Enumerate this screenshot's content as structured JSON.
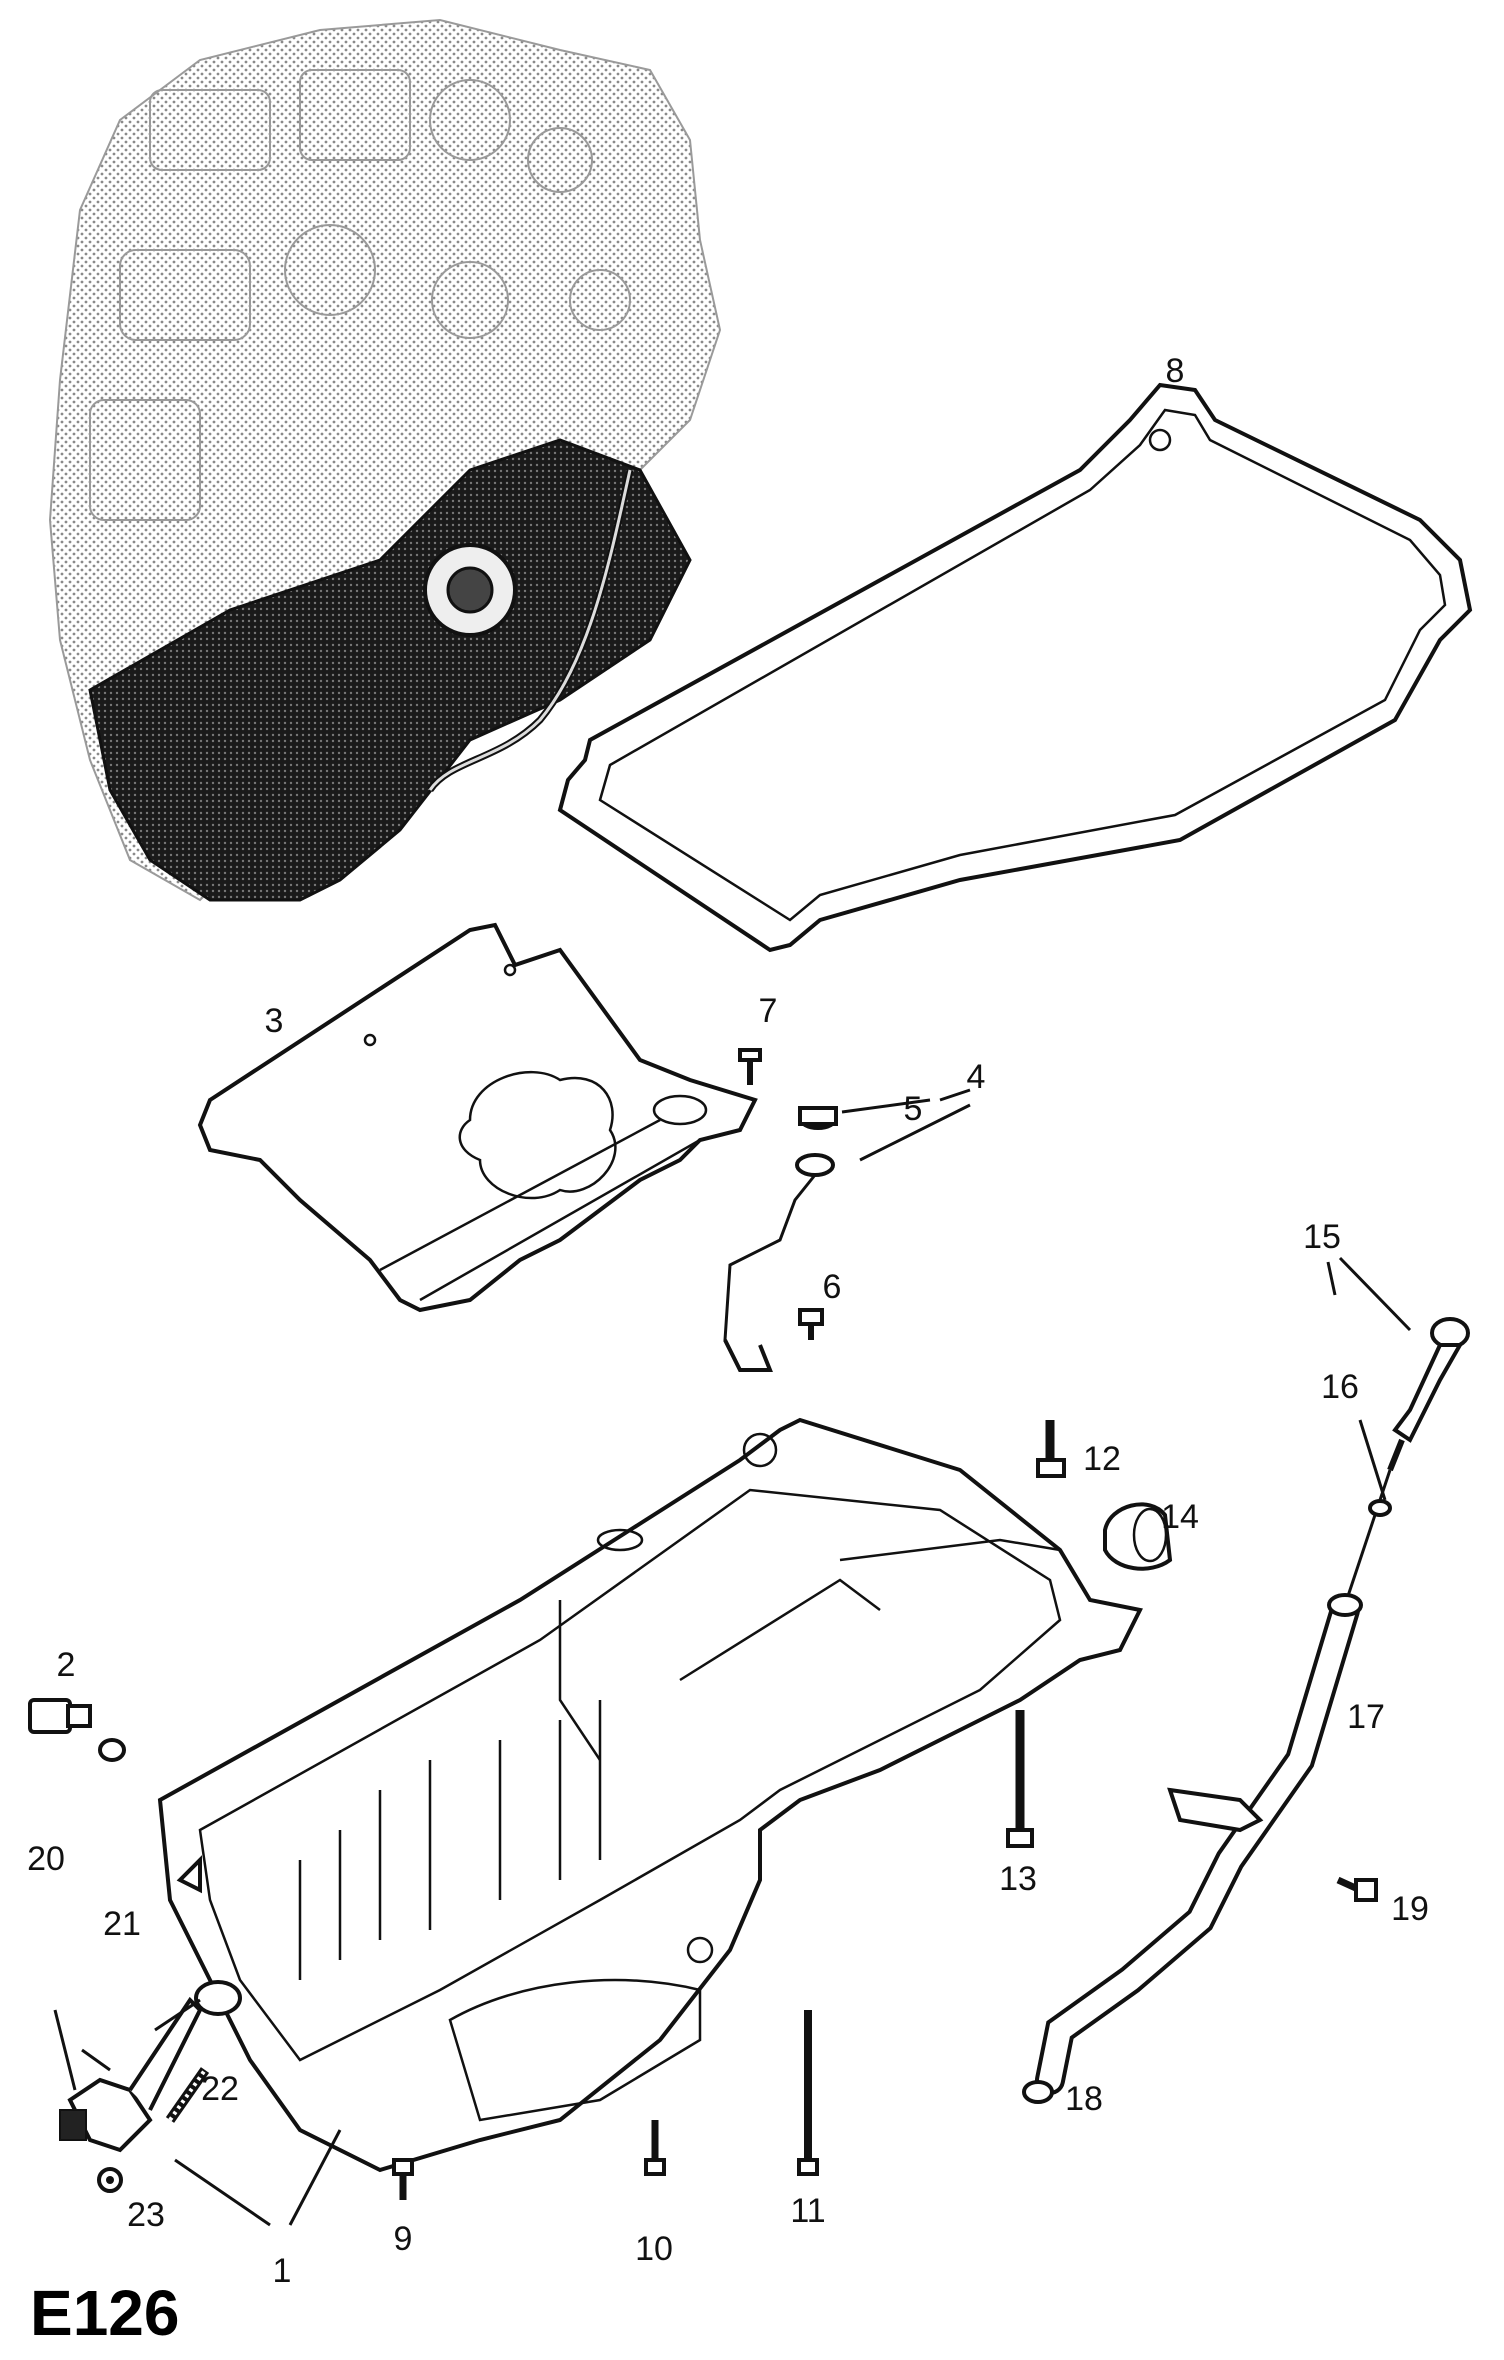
{
  "diagram": {
    "code": "E126",
    "callouts": {
      "c1": "1",
      "c2": "2",
      "c3": "3",
      "c4": "4",
      "c5": "5",
      "c6": "6",
      "c7": "7",
      "c8": "8",
      "c9": "9",
      "c10": "10",
      "c11": "11",
      "c12": "12",
      "c13": "13",
      "c14": "14",
      "c15": "15",
      "c16": "16",
      "c17": "17",
      "c18": "18",
      "c19": "19",
      "c20": "20",
      "c21": "21",
      "c22": "22",
      "c23": "23"
    }
  }
}
